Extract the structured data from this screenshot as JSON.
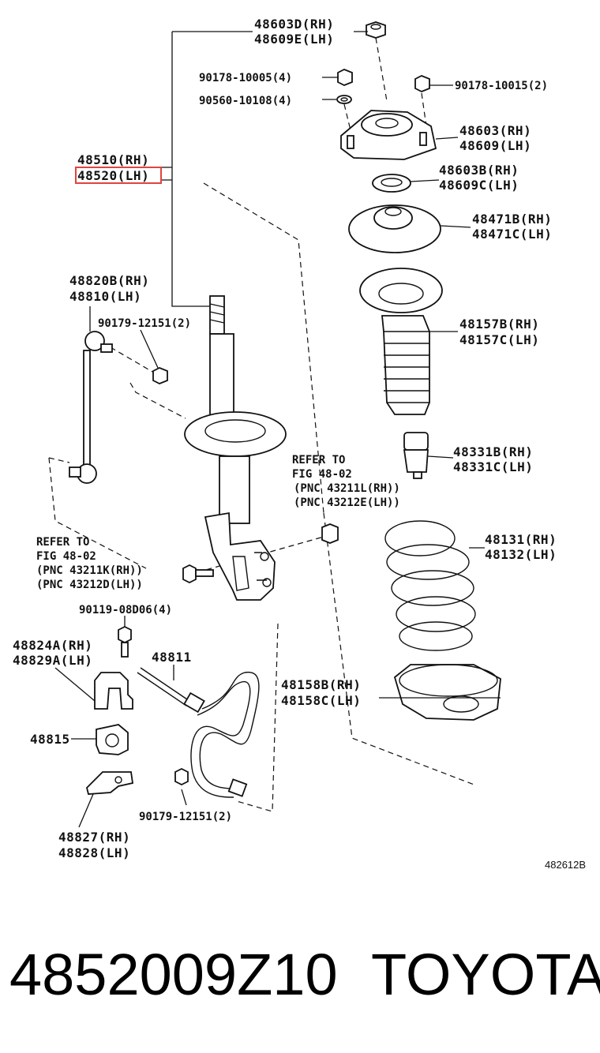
{
  "labels": {
    "l48603D": "48603D(RH)",
    "l48609E": "48609E(LH)",
    "l90178a": "90178-10005(4)",
    "l90560": "90560-10108(4)",
    "l90178b": "90178-10015(2)",
    "l48603": "48603(RH)",
    "l48609": "48609(LH)",
    "l48510": "48510(RH)",
    "l48520": "48520(LH)",
    "l48603B": "48603B(RH)",
    "l48609C": "48609C(LH)",
    "l48471B": "48471B(RH)",
    "l48471C": "48471C(LH)",
    "l48820B": "48820B(RH)",
    "l48810": "48810(LH)",
    "l90179a": "90179-12151(2)",
    "l48157B": "48157B(RH)",
    "l48157C": "48157C(LH)",
    "refer1_1": "REFER TO",
    "refer1_2": "FIG 48-02",
    "refer1_3": "(PNC 43211L(RH))",
    "refer1_4": "(PNC 43212E(LH))",
    "l48331B": "48331B(RH)",
    "l48331C": "48331C(LH)",
    "refer2_1": "REFER TO",
    "refer2_2": "FIG 48-02",
    "refer2_3": "(PNC 43211K(RH))",
    "refer2_4": "(PNC 43212D(LH))",
    "l48131": "48131(RH)",
    "l48132": "48132(LH)",
    "l90119": "90119-08D06(4)",
    "l48824A": "48824A(RH)",
    "l48829A": "48829A(LH)",
    "l48811": "48811",
    "l48158B": "48158B(RH)",
    "l48158C": "48158C(LH)",
    "l48815": "48815",
    "l90179b": "90179-12151(2)",
    "l48827": "48827(RH)",
    "l48828": "48828(LH)",
    "figcode": "482612B"
  },
  "caption": {
    "part_number": "4852009Z10",
    "brand": "TOYOTA"
  },
  "highlight_color": "#e0443d"
}
